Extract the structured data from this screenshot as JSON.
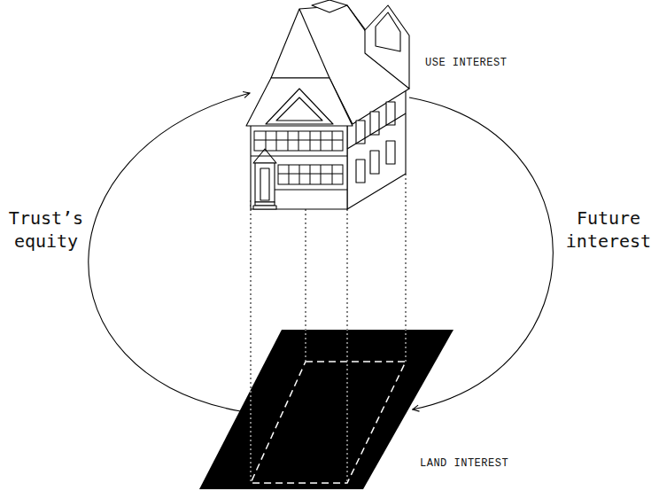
{
  "diagram": {
    "nodes": [
      {
        "text": [
          "USE INTEREST"
        ]
      },
      {
        "text": [
          "LAND INTEREST"
        ]
      }
    ],
    "edges": [
      {
        "from": 1,
        "to": 0,
        "arrow": "to",
        "label": "Trust’s equity"
      },
      {
        "from": 0,
        "to": 1,
        "arrow": "to",
        "label": "Future interest"
      }
    ]
  }
}
